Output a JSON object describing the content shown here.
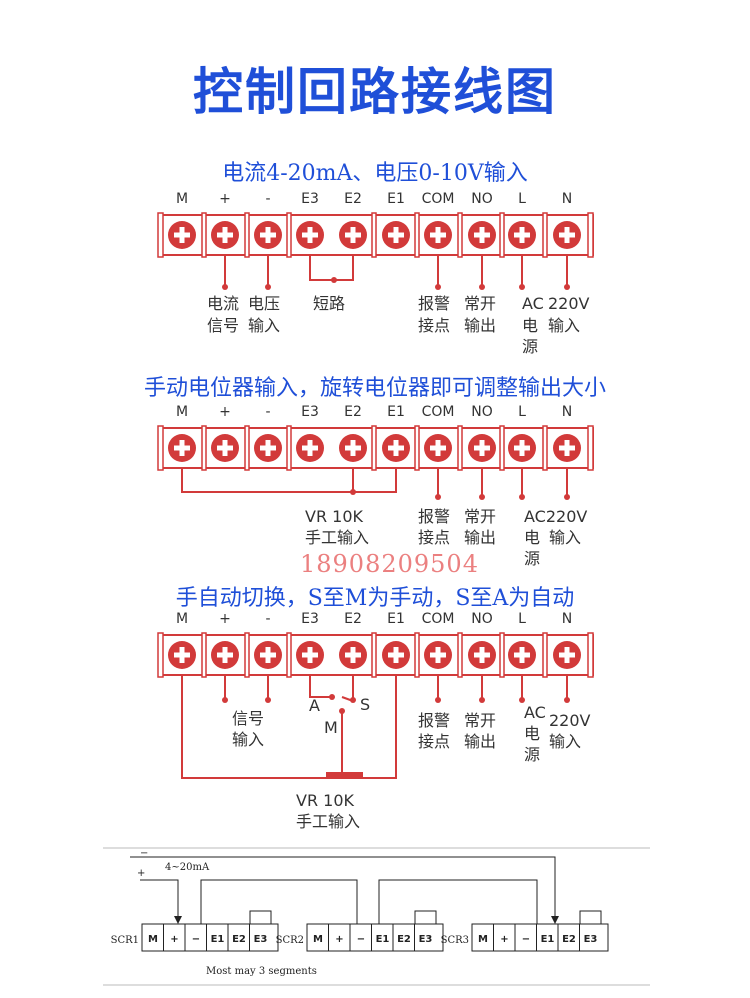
{
  "title": "控制回路接线图",
  "terminals": [
    "M",
    "+",
    "-",
    "E3",
    "E2",
    "E1",
    "COM",
    "NO",
    "L",
    "N"
  ],
  "section1": {
    "heading": "电流4-20mA、电压0-10V输入",
    "current_signal": [
      "电流",
      "信号"
    ],
    "voltage_input": [
      "电压",
      "输入"
    ],
    "short": "短路",
    "alarm": [
      "报警",
      "接点"
    ],
    "no_output": [
      "常开",
      "输出"
    ],
    "ac_power": [
      "AC",
      "电",
      "源"
    ],
    "v220_input": [
      "220V",
      "输入"
    ]
  },
  "section2": {
    "heading": "手动电位器输入，旋转电位器即可调整输出大小",
    "vr": [
      "VR 10K",
      "手工输入"
    ],
    "alarm": [
      "报警",
      "接点"
    ],
    "no_output": [
      "常开",
      "输出"
    ],
    "ac_power": [
      "AC220V",
      "电",
      "源"
    ],
    "v220_input": [
      "输入"
    ]
  },
  "watermark_phone": "18908209504",
  "section3": {
    "heading": "手自动切换，S至M为手动，S至A为自动",
    "signal_input": [
      "信号",
      "输入"
    ],
    "switch": {
      "a": "A",
      "s": "S",
      "m": "M"
    },
    "vr": [
      "VR 10K",
      "手工输入"
    ],
    "alarm": [
      "报警",
      "接点"
    ],
    "no_output": [
      "常开",
      "输出"
    ],
    "ac_power": [
      "AC",
      "电",
      "源"
    ],
    "v220_input": [
      "220V",
      "输入"
    ]
  },
  "bottom": {
    "minus": "−",
    "plus": "+",
    "signal": "4~20mA",
    "units": [
      "SCR1",
      "SCR2",
      "SCR3"
    ],
    "unit_terminals": [
      "M",
      "+",
      "−",
      "E1",
      "E2",
      "E3"
    ],
    "note": "Most may 3 segments"
  },
  "colors": {
    "red": "#d23a3a",
    "blue": "#1f4fd8"
  }
}
